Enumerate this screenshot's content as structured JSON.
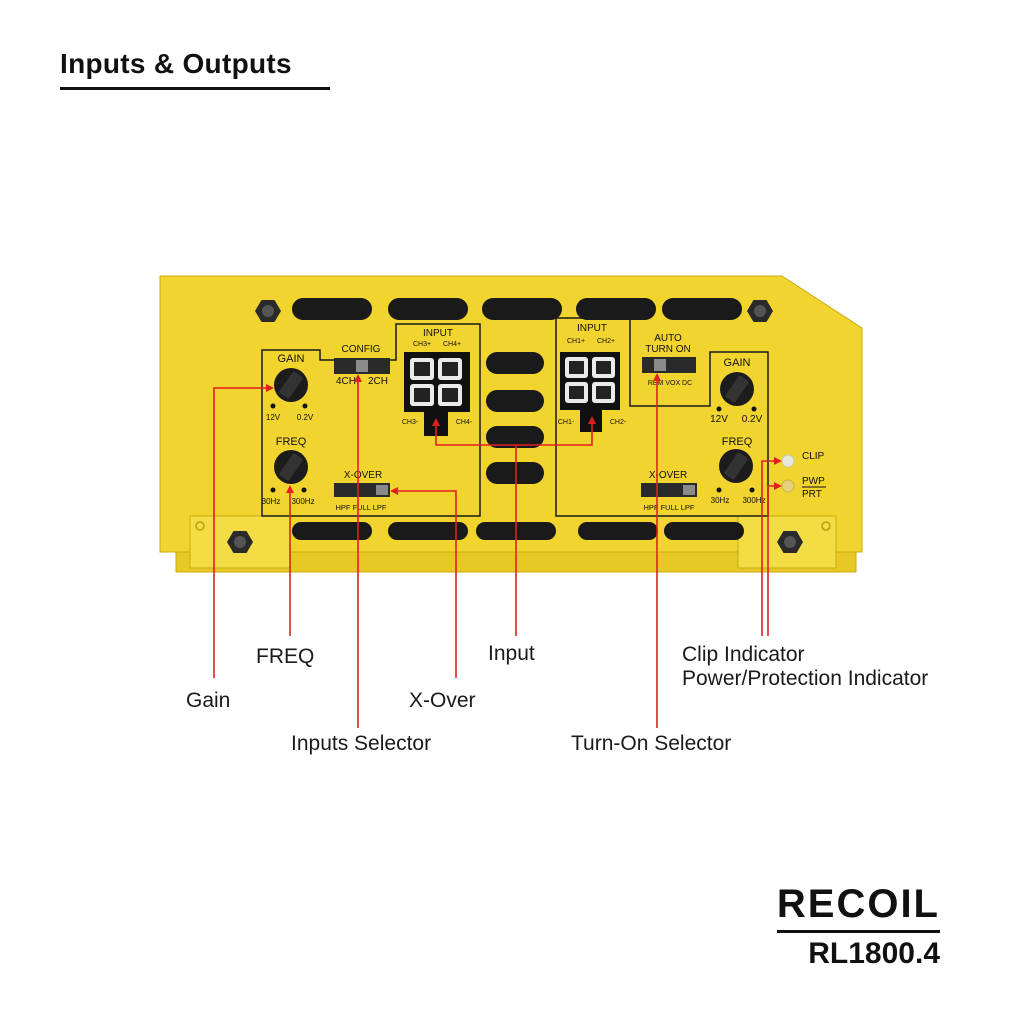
{
  "header": {
    "title": "Inputs & Outputs"
  },
  "panel": {
    "left_gain": {
      "title": "GAIN",
      "min": "12V",
      "max": "0.2V"
    },
    "left_freq": {
      "title": "FREQ",
      "min": "30Hz",
      "max": "300Hz"
    },
    "config": {
      "title": "CONFIG",
      "opt_a": "4CH",
      "opt_b": "2CH"
    },
    "left_xover": {
      "title": "X-OVER",
      "options": "HPF FULL LPF"
    },
    "input_34": {
      "title": "INPUT",
      "top_left": "CH3+",
      "top_right": "CH4+",
      "bottom_left": "CH3-",
      "bottom_right": "CH4-"
    },
    "input_12": {
      "title": "INPUT",
      "top_left": "CH1+",
      "top_right": "CH2+",
      "bottom_left": "CH1-",
      "bottom_right": "CH2-"
    },
    "auto_turn_on": {
      "title_line1": "AUTO",
      "title_line2": "TURN ON",
      "options": "REM VOX DC"
    },
    "right_gain": {
      "title": "GAIN",
      "min": "12V",
      "max": "0.2V"
    },
    "right_freq": {
      "title": "FREQ",
      "min": "30Hz",
      "max": "300Hz"
    },
    "right_xover": {
      "title": "X-OVER",
      "options": "HPF FULL LPF"
    },
    "clip_led": {
      "label": "CLIP"
    },
    "pwp_led": {
      "label_top": "PWP",
      "label_bottom": "PRT"
    }
  },
  "callouts": {
    "gain": "Gain",
    "freq": "FREQ",
    "inputs_selector": "Inputs Selector",
    "x_over": "X-Over",
    "input": "Input",
    "turn_on_selector": "Turn-On Selector",
    "clip_indicator": "Clip Indicator",
    "power_indicator": "Power/Protection Indicator"
  },
  "brand": {
    "logo": "RECOIL",
    "model": "RL1800.4"
  },
  "colors": {
    "chassis": "#f2d42e",
    "chassis_dark": "#d9bb1c",
    "arrow": "#e02020",
    "slot": "#1a1a1a",
    "led_clip": "#e8e8d8",
    "led_pwp": "#e6d27a"
  }
}
